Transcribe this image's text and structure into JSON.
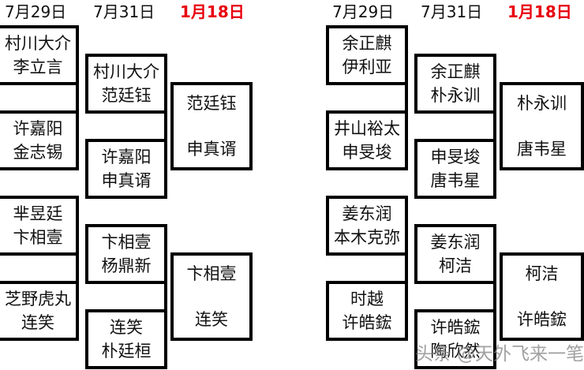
{
  "headers": {
    "left": [
      {
        "text": "7月29日",
        "color": "#111111"
      },
      {
        "text": "7月31日",
        "color": "#111111"
      },
      {
        "text": "1月18日",
        "color": "#e8000d"
      }
    ],
    "right": [
      {
        "text": "7月29日",
        "color": "#111111"
      },
      {
        "text": "7月31日",
        "color": "#111111"
      },
      {
        "text": "1月18日",
        "color": "#e8000d"
      }
    ]
  },
  "left_bracket": {
    "round1": [
      {
        "top": "村川大介",
        "bottom": "李立言"
      },
      {
        "top": "许嘉阳",
        "bottom": "金志锡"
      },
      {
        "top": "芈昱廷",
        "bottom": "卞相壹"
      },
      {
        "top": "芝野虎丸",
        "bottom": "连笑"
      }
    ],
    "round2": [
      {
        "top": "村川大介",
        "bottom": "范廷钰"
      },
      {
        "top": "许嘉阳",
        "bottom": "申真谞"
      },
      {
        "top": "卞相壹",
        "bottom": "杨鼎新"
      },
      {
        "top": "连笑",
        "bottom": "朴廷桓"
      }
    ],
    "round3": [
      {
        "top": "范廷钰",
        "bottom": "申真谞"
      },
      {
        "top": "卞相壹",
        "bottom": "连笑"
      }
    ]
  },
  "right_bracket": {
    "round1": [
      {
        "top": "余正麒",
        "bottom": "伊利亚"
      },
      {
        "top": "井山裕太",
        "bottom": "申旻埈"
      },
      {
        "top": "姜东润",
        "bottom": "本木克弥"
      },
      {
        "top": "时越",
        "bottom": "许皓鋐"
      }
    ],
    "round2": [
      {
        "top": "余正麒",
        "bottom": "朴永训"
      },
      {
        "top": "申旻埈",
        "bottom": "唐韦星"
      },
      {
        "top": "姜东润",
        "bottom": "柯洁"
      },
      {
        "top": "许皓鋐",
        "bottom": "陶欣然"
      }
    ],
    "round3": [
      {
        "top": "朴永训",
        "bottom": "唐韦星"
      },
      {
        "top": "柯洁",
        "bottom": "许皓鋐"
      }
    ]
  },
  "watermark": {
    "text": "头条 @天外飞来一笔"
  },
  "colors": {
    "line": "#000000",
    "text": "#111111",
    "highlight": "#e8000d",
    "background": "#ffffff"
  }
}
